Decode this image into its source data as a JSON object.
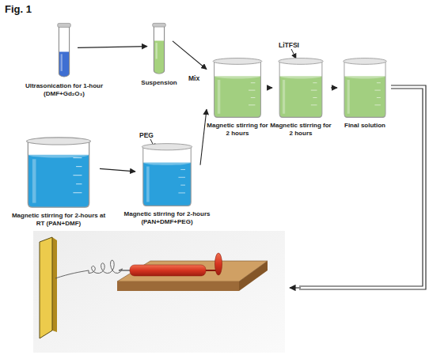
{
  "diagram": {
    "title": "Fig. 1",
    "nodes": [
      {
        "text": [
          "Ultrasonication for 1-hour (DMF+Gd₂O₃)"
        ]
      },
      {
        "text": [
          "Suspension"
        ]
      },
      {
        "text": [
          "Magnetic stirring for 2-hours at RT (PAN+DMF)"
        ]
      },
      {
        "text": [
          "Magnetic stirring for 2-hours (PAN+DMF+PEG)"
        ]
      },
      {
        "text": [
          "Magnetic stirring for 2 hours"
        ]
      },
      {
        "text": [
          "Magnetic stirring for 2 hours"
        ]
      },
      {
        "text": [
          "Final solution"
        ]
      }
    ],
    "edges": [
      {
        "from": 0,
        "to": 1,
        "arrow": "to"
      },
      {
        "from": 1,
        "to": 4,
        "arrow": "to"
      },
      {
        "from": 2,
        "to": 3,
        "arrow": "to"
      },
      {
        "from": 3,
        "to": 4,
        "arrow": "to"
      },
      {
        "from": 4,
        "to": 5,
        "arrow": "to"
      },
      {
        "from": 5,
        "to": 6,
        "arrow": "to"
      }
    ],
    "labels": [
      "PEG",
      "Mix",
      "LiTFSI"
    ]
  }
}
